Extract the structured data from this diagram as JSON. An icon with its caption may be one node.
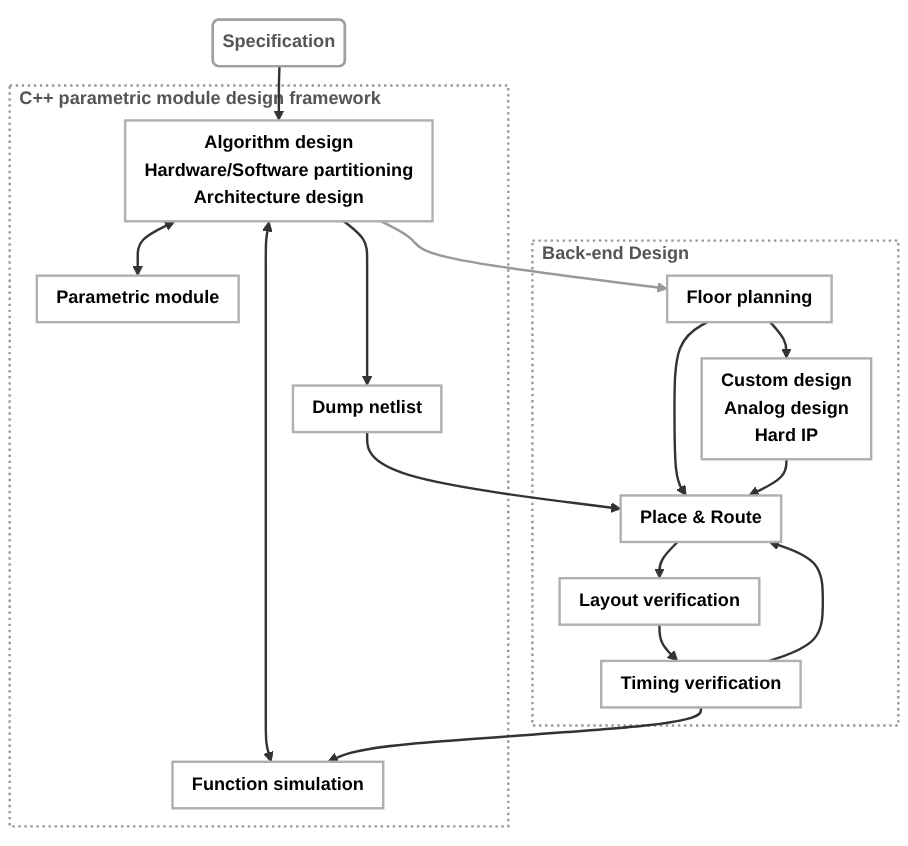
{
  "diagram": {
    "nodes": [
      {
        "text": [
          "Specification"
        ]
      },
      {
        "text": [
          "C++ parametric module design framework"
        ]
      },
      {
        "text": [
          "Algorithm design",
          "Hardware/Software partitioning",
          "Architecture design"
        ],
        "in": 1
      },
      {
        "text": [
          "Parametric module"
        ],
        "in": 1
      },
      {
        "text": [
          "Dump netlist"
        ],
        "in": 1
      },
      {
        "text": [
          "Function simulation"
        ],
        "in": 1
      },
      {
        "text": [
          "Back-end Design"
        ]
      },
      {
        "text": [
          "Floor planning"
        ],
        "in": 6
      },
      {
        "text": [
          "Place & Route"
        ],
        "in": 6
      },
      {
        "text": [
          "Timing verification"
        ],
        "in": 6
      },
      {
        "text": [
          "Custom design",
          "Analog design",
          "Hard IP"
        ],
        "in": 6
      },
      {
        "text": [
          "Layout verification"
        ],
        "in": 6
      }
    ],
    "edges": [
      {
        "from": 0,
        "to": 2,
        "arrow": "to"
      },
      {
        "from": 2,
        "to": 3,
        "arrow": "both"
      },
      {
        "from": 2,
        "to": 4,
        "arrow": "to"
      },
      {
        "from": 2,
        "to": 5,
        "arrow": "both"
      },
      {
        "from": 2,
        "to": 7,
        "arrow": "to",
        "color": "#999999"
      },
      {
        "from": 4,
        "to": 8,
        "arrow": "to"
      },
      {
        "from": 7,
        "to": 8,
        "arrow": "to"
      },
      {
        "from": 9,
        "to": 8,
        "arrow": "to"
      },
      {
        "from": 7,
        "to": 10,
        "arrow": "to"
      },
      {
        "from": 10,
        "to": 8,
        "arrow": "to"
      },
      {
        "from": 8,
        "to": 11,
        "arrow": "to"
      },
      {
        "from": 11,
        "to": 9,
        "arrow": "to"
      },
      {
        "from": 9,
        "to": 5,
        "arrow": "to"
      }
    ]
  }
}
